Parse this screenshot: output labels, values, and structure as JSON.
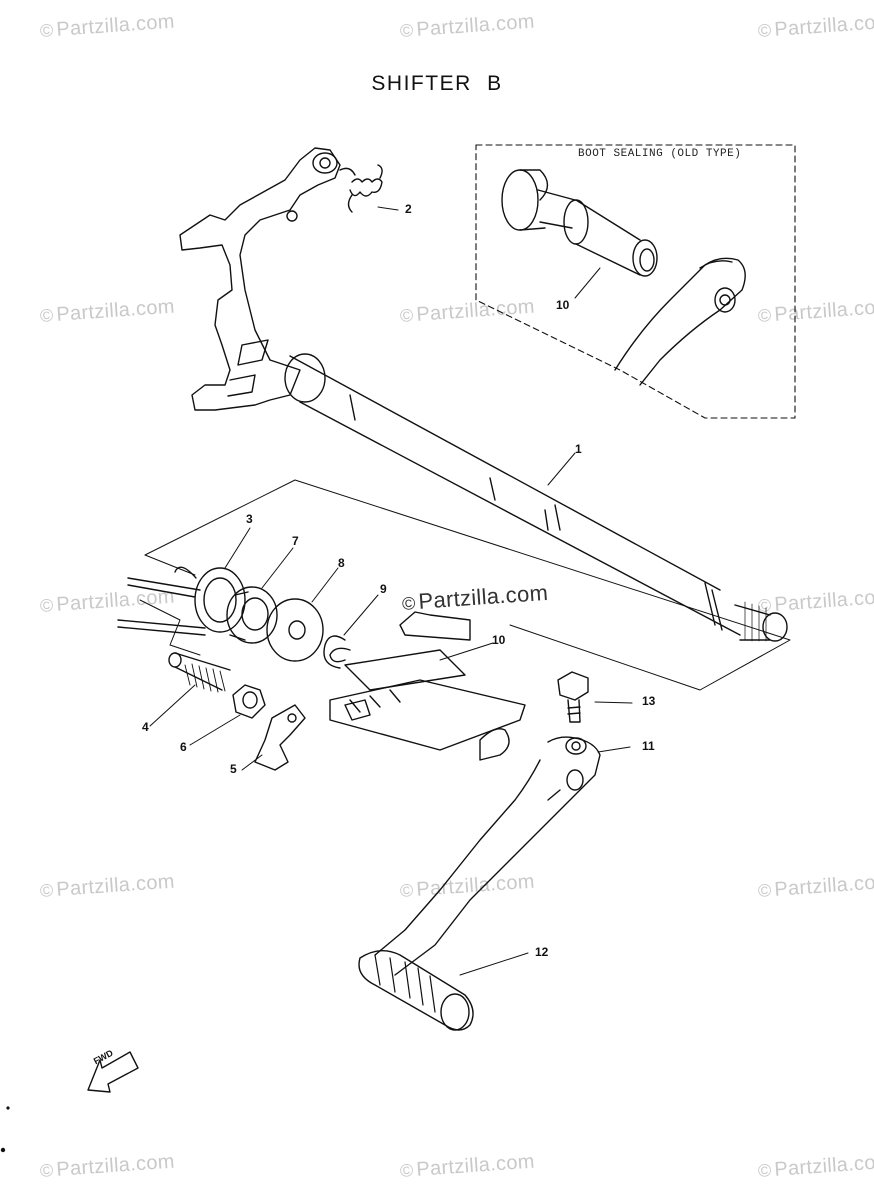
{
  "title": "SHIFTER B",
  "inset_label": "BOOT SEALING (OLD TYPE)",
  "fwd_label": "FWD",
  "watermark_text": "Partzilla.com",
  "watermark_symbol": "©",
  "callouts": {
    "c1": "1",
    "c2": "2",
    "c3": "3",
    "c4": "4",
    "c5": "5",
    "c6": "6",
    "c7": "7",
    "c8": "8",
    "c9": "9",
    "c10a": "10",
    "c10b": "10",
    "c11": "11",
    "c12": "12",
    "c13": "13"
  },
  "colors": {
    "line": "#111111",
    "watermark": "#c9c9c9",
    "background": "#ffffff"
  }
}
